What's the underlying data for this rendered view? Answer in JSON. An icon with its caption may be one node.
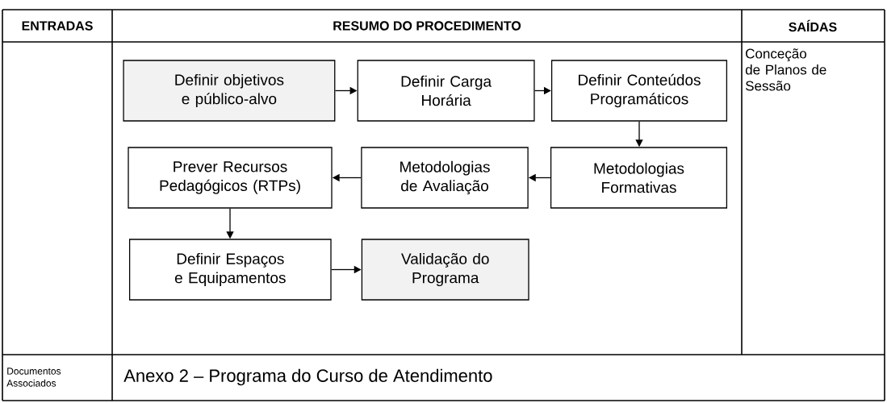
{
  "diagram": {
    "nodes": [
      {
        "text": [
          "Definir objetivos e público-alvo"
        ]
      },
      {
        "text": [
          "Definir Carga Horária"
        ]
      },
      {
        "text": [
          "Definir Conteúdos Programáticos"
        ]
      },
      {
        "text": [
          "Prever Recursos Pedagógicos (RTPs)"
        ]
      },
      {
        "text": [
          "Metodologias de Avaliação"
        ]
      },
      {
        "text": [
          "Metodologias Formativas"
        ]
      },
      {
        "text": [
          "Definir Espaços e Equipamentos"
        ]
      },
      {
        "text": [
          "Validação do Programa"
        ]
      }
    ],
    "edges": [
      {
        "from": 0,
        "to": 1,
        "arrow": "to"
      },
      {
        "from": 1,
        "to": 2,
        "arrow": "to"
      },
      {
        "from": 2,
        "to": 5,
        "arrow": "to"
      },
      {
        "from": 5,
        "to": 4,
        "arrow": "to"
      },
      {
        "from": 4,
        "to": 3,
        "arrow": "to"
      },
      {
        "from": 3,
        "to": 6,
        "arrow": "to"
      },
      {
        "from": 6,
        "to": 7,
        "arrow": "to"
      }
    ],
    "labels": [
      "ENTRADAS",
      "RESUMO DO PROCEDIMENTO",
      "SAÍDAS",
      "Conceção de Planos de Sessão",
      "Documentos Associados",
      "Anexo 2 – Programa do Curso de Atendimento"
    ]
  }
}
